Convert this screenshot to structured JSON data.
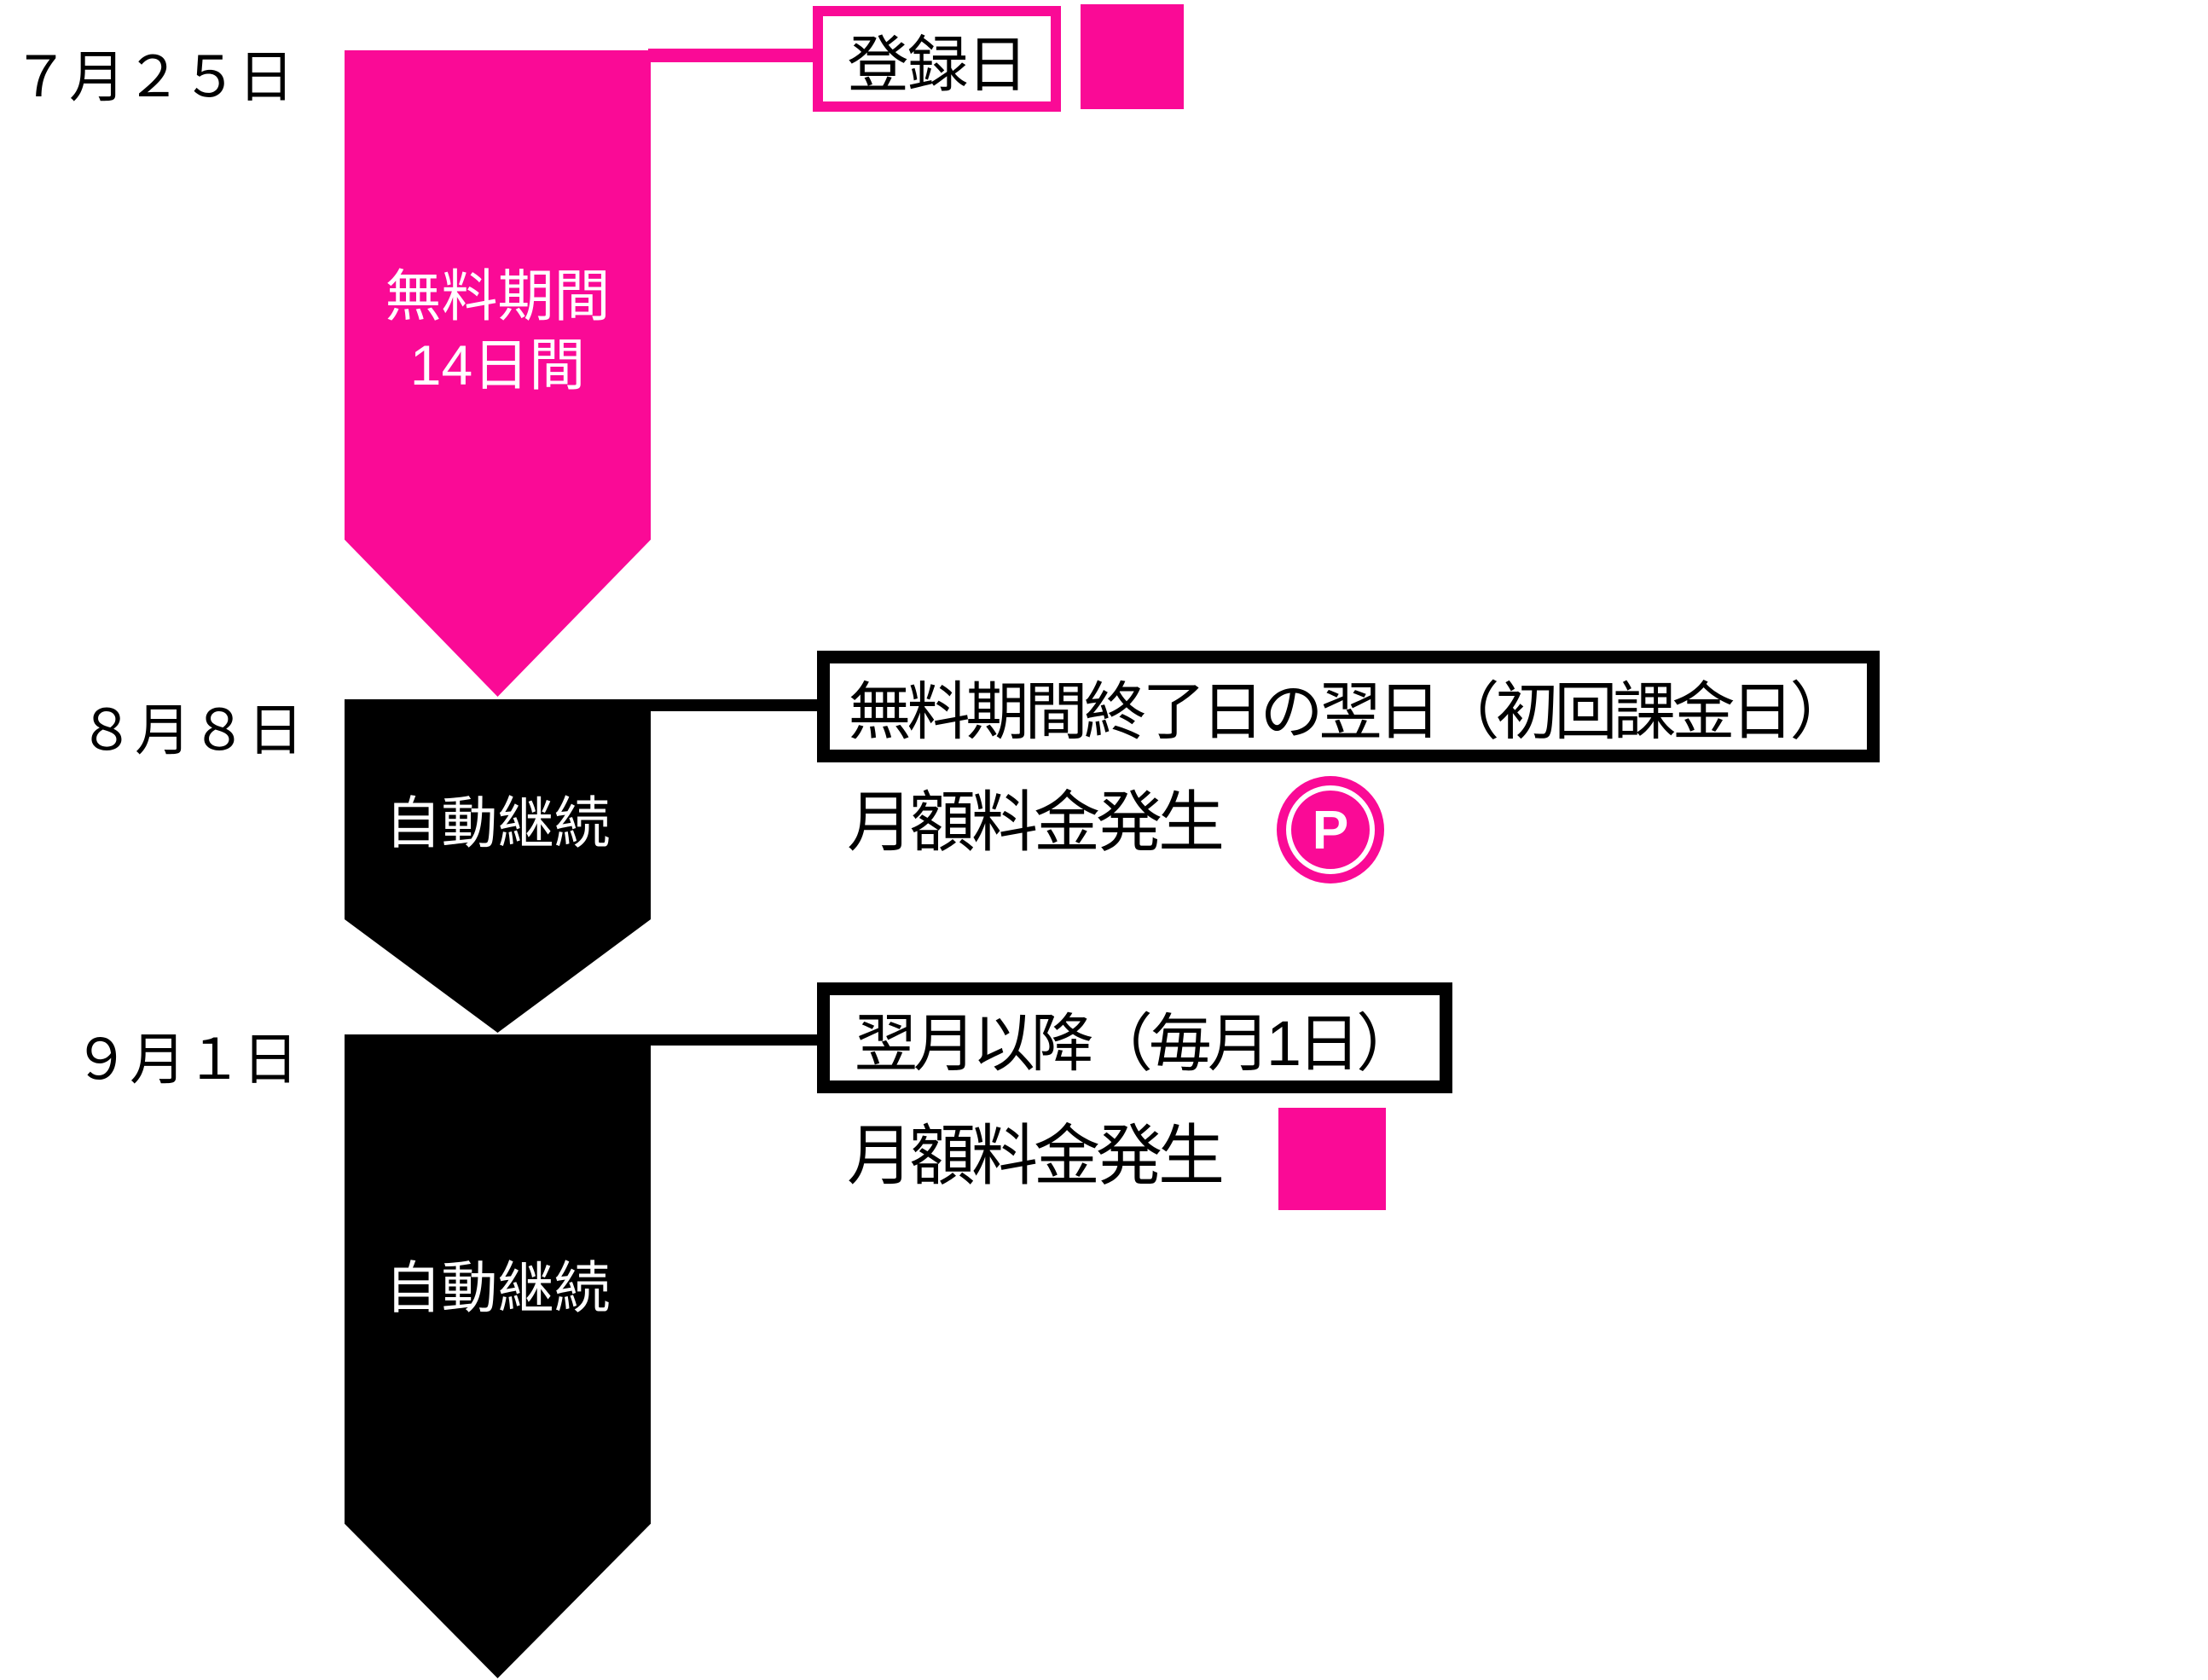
{
  "colors": {
    "accent_pink": "#fa0a96",
    "black": "#000000",
    "white": "#ffffff"
  },
  "dates": [
    {
      "label": "７月２５日"
    },
    {
      "label": "８月８日"
    },
    {
      "label": "９月１日"
    }
  ],
  "arrows": [
    {
      "id": "free-period",
      "color": "pink",
      "label_lines": [
        "無料期間",
        "14日間"
      ]
    },
    {
      "id": "auto-renew-first",
      "color": "black",
      "label_lines": [
        "自動継続"
      ]
    },
    {
      "id": "auto-renew-ongoing",
      "color": "black",
      "label_lines": [
        "自動継続"
      ]
    }
  ],
  "events": [
    {
      "title": "登録日",
      "marker": "pink-square"
    },
    {
      "title": "無料期間終了日の翌日（初回課金日）",
      "note": "月額料金発生",
      "marker": "point-icon",
      "point_letter": "P"
    },
    {
      "title": "翌月以降（毎月1日）",
      "note": "月額料金発生",
      "marker": "pink-square"
    }
  ]
}
